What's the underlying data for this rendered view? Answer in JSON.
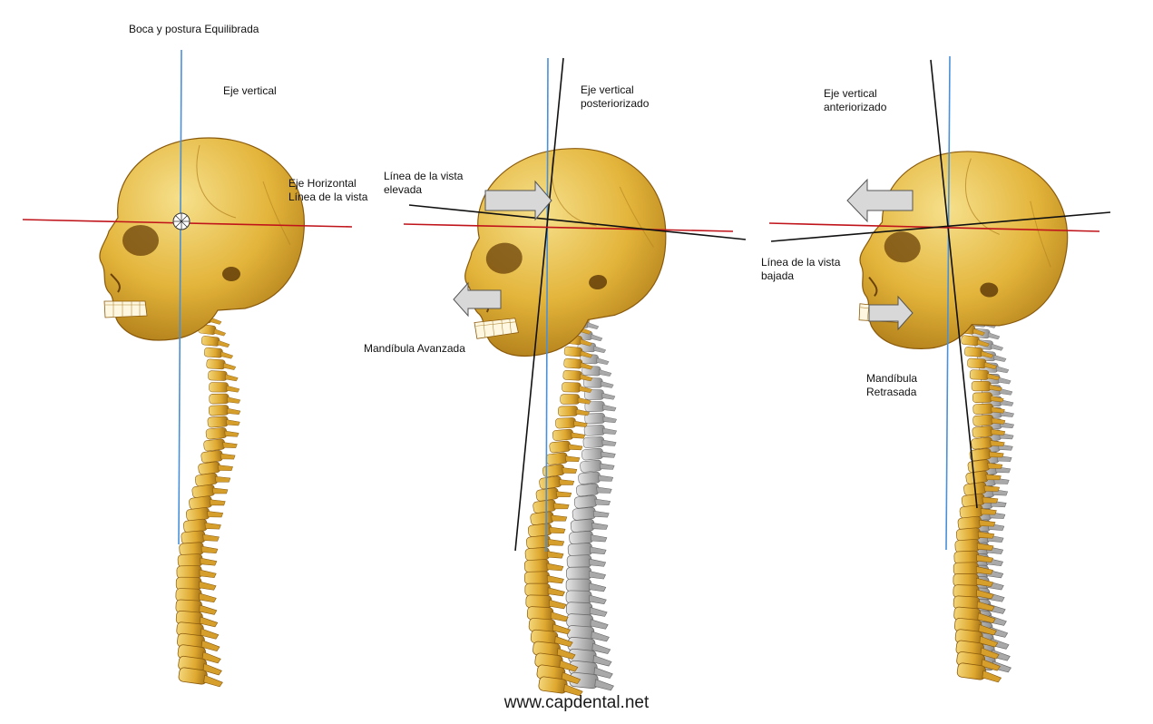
{
  "labels": {
    "title": "Boca y postura  Equilibrada",
    "panel1_vertical": "Eje vertical",
    "panel1_horizontal_1": "Eje Horizontal",
    "panel1_horizontal_2": "Línea de la vista",
    "panel2_view_1": "Línea de la vista",
    "panel2_view_2": "elevada",
    "panel2_vertical_1": "Eje vertical",
    "panel2_vertical_2": "posteriorizado",
    "panel2_mandible": "Mandíbula Avanzada",
    "panel3_vertical_1": "Eje vertical",
    "panel3_vertical_2": "anteriorizado",
    "panel3_view_1": "Línea de la vista",
    "panel3_view_2": "bajada",
    "panel3_mandible_1": "Mandíbula",
    "panel3_mandible_2": "Retrasada"
  },
  "footer": "www.capdental.net",
  "colors": {
    "bone": "#e3b43a",
    "bone_light": "#f1d77a",
    "bone_shadow": "#9c6a12",
    "vertebra_grey": "#b3b3b3",
    "vertical_axis": "#4a90d9",
    "horizontal_axis": "#c0141b",
    "tilted_axis": "#111111",
    "arrow_fill": "#d8d8d8",
    "arrow_stroke": "#555555"
  },
  "icons": [
    "skull-illustration",
    "spine-illustration",
    "arrow-right-icon",
    "arrow-left-icon",
    "eye-center-icon"
  ]
}
